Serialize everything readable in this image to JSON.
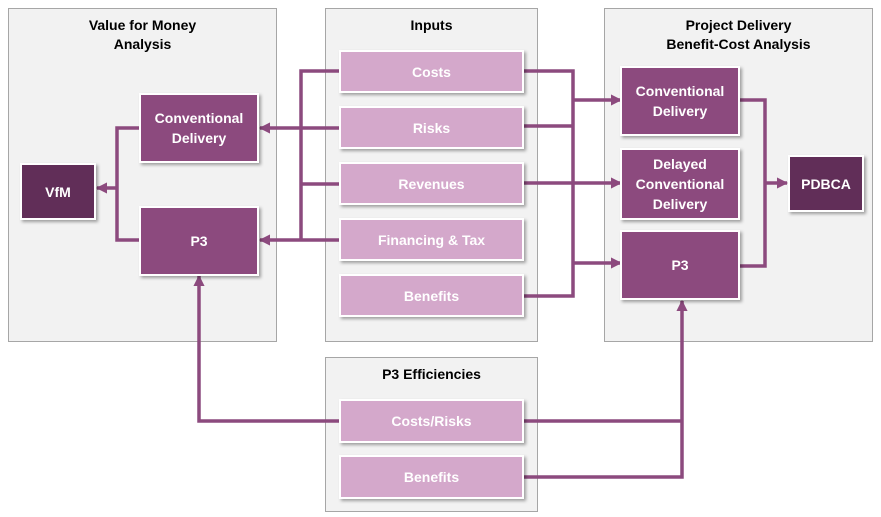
{
  "panels": {
    "vfm": "Value for Money\nAnalysis",
    "inputs": "Inputs",
    "pdbca": "Project Delivery\nBenefit-Cost Analysis",
    "efficiencies": "P3 Efficiencies"
  },
  "vfm_panel": {
    "conventional": "Conventional\nDelivery",
    "p3": "P3",
    "vfm": "VfM"
  },
  "inputs": {
    "costs": "Costs",
    "risks": "Risks",
    "revenues": "Revenues",
    "financing": "Financing & Tax",
    "benefits": "Benefits"
  },
  "pdbca_panel": {
    "conventional": "Conventional\nDelivery",
    "delayed": "Delayed\nConventional\nDelivery",
    "p3": "P3",
    "pdbca": "PDBCA"
  },
  "efficiencies": {
    "costs_risks": "Costs/Risks",
    "benefits": "Benefits"
  },
  "colors": {
    "arrow": "#8c4a7e",
    "box_dark": "#8c4a7e",
    "box_darker": "#612e58",
    "box_light": "#d4a8cb",
    "panel_bg": "#f2f2f2"
  }
}
